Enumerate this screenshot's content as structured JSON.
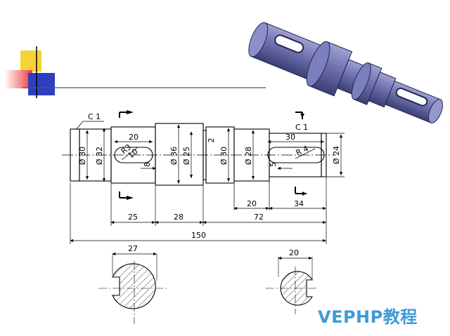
{
  "brand": "VEPHP教程",
  "section_label_left": "C 1",
  "section_label_right": "C 1",
  "dims": {
    "d30_left": "Ø 30",
    "d32": "Ø 32",
    "d36": "Ø 36",
    "d25": "Ø 25",
    "d30_mid": "Ø 30",
    "d28": "Ø 28",
    "d24": "Ø 24",
    "key_left_len": "20",
    "key_left_r": "R3",
    "key_left_w": "10",
    "key_left_depth": "8",
    "chamfer": "2",
    "key_right_len": "30",
    "key_right_r": "R 4",
    "key_right_depth": "5",
    "len_25": "25",
    "len_28": "28",
    "len_72": "72",
    "len_20": "20",
    "len_34": "34",
    "len_150": "150",
    "sec_left_27": "27",
    "sec_right_20": "20"
  },
  "colors": {
    "deco_yellow": "#f5d334",
    "deco_red": "#ef3b3b",
    "deco_blue": "#2d3fc0",
    "shaft_3d": "#6f72ad",
    "brand": "#3f9ad6"
  }
}
